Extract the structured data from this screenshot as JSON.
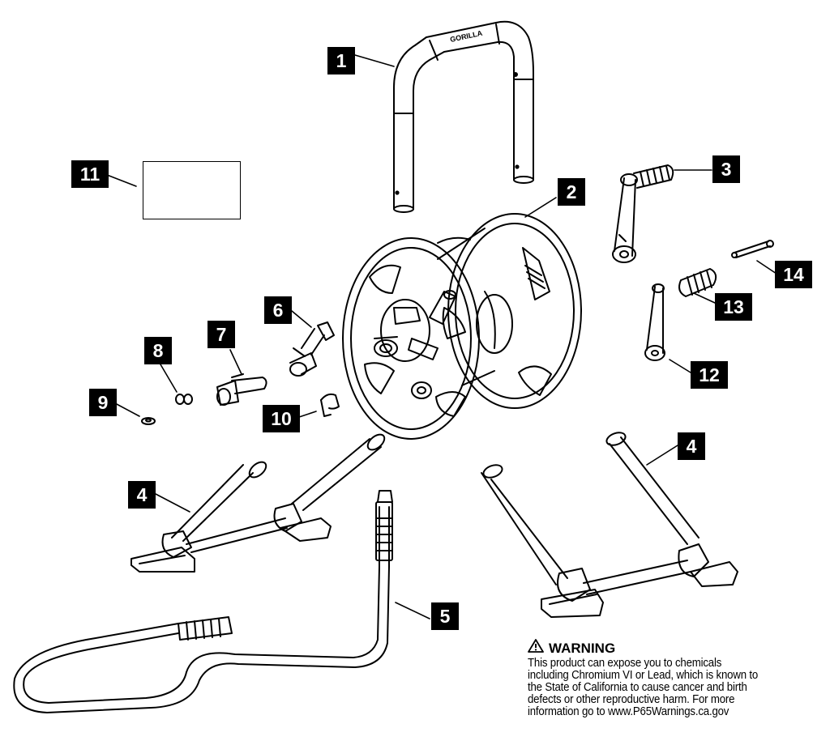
{
  "callouts": [
    {
      "id": "1",
      "label": "1"
    },
    {
      "id": "2",
      "label": "2"
    },
    {
      "id": "3",
      "label": "3"
    },
    {
      "id": "4a",
      "label": "4"
    },
    {
      "id": "4b",
      "label": "4"
    },
    {
      "id": "5",
      "label": "5"
    },
    {
      "id": "6",
      "label": "6"
    },
    {
      "id": "7",
      "label": "7"
    },
    {
      "id": "8",
      "label": "8"
    },
    {
      "id": "9",
      "label": "9"
    },
    {
      "id": "10",
      "label": "10"
    },
    {
      "id": "11",
      "label": "11"
    },
    {
      "id": "12",
      "label": "12"
    },
    {
      "id": "13",
      "label": "13"
    },
    {
      "id": "14",
      "label": "14"
    }
  ],
  "handle_logo": "GORILLA",
  "warning": {
    "icon": "warning-triangle-icon",
    "title": "WARNING",
    "lines": [
      "This product can expose you to chemicals",
      "including Chromium VI or Lead, which is known to",
      "the State of California to cause cancer and birth",
      "defects or other reproductive harm.  For more",
      "information go to www.P65Warnings.ca.gov"
    ]
  }
}
